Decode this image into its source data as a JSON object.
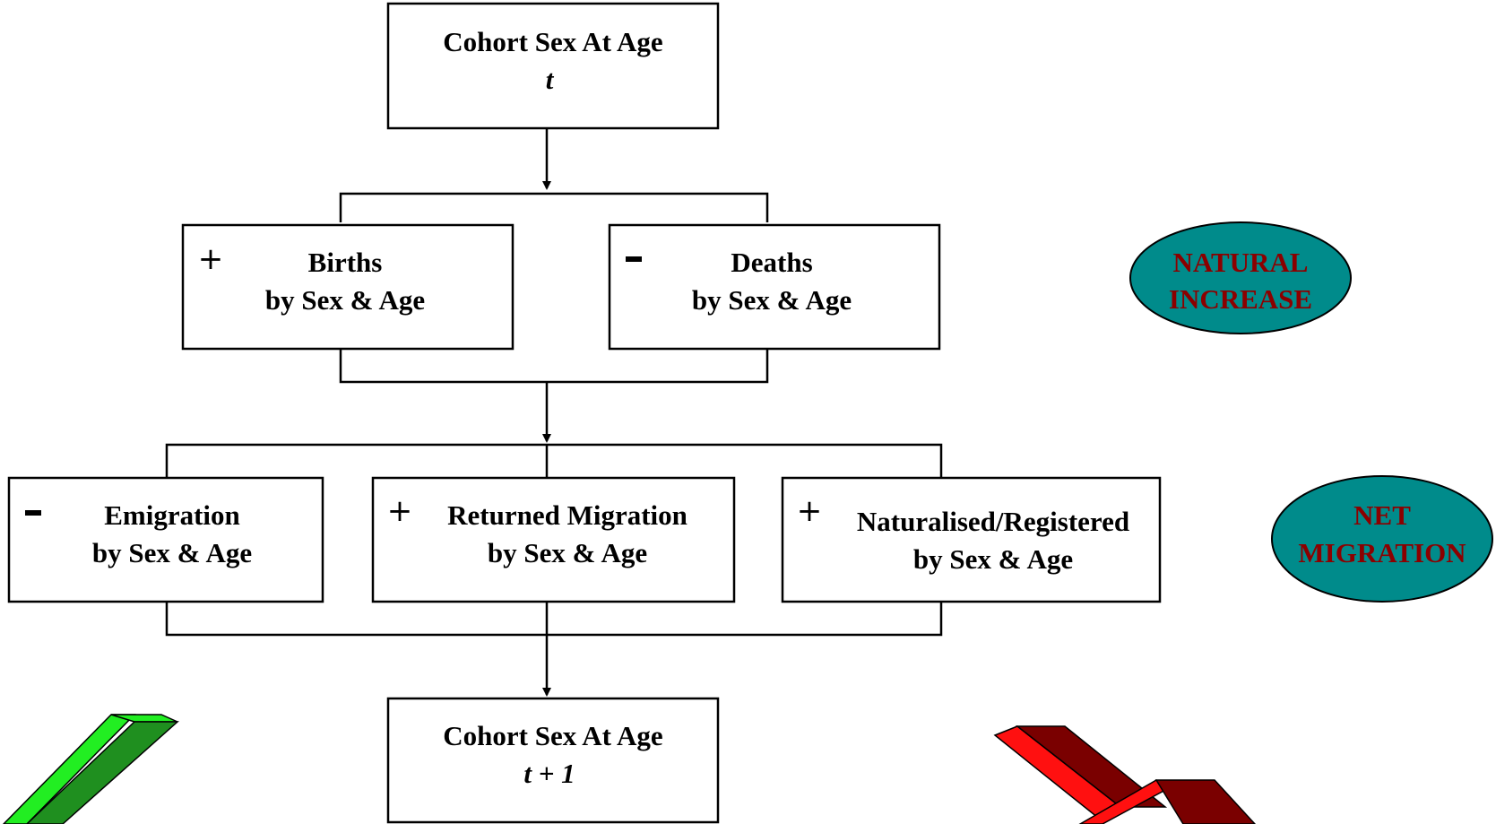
{
  "colors": {
    "oval_fill": "#008B8B",
    "oval_text": "#8B0000",
    "box_stroke": "#000000",
    "green_bright": "#22EE22",
    "green_dark": "#1F8F1F",
    "red_bright": "#FF1010",
    "red_dark": "#7A0000"
  },
  "top_box": {
    "line1": "Cohort Sex At Age",
    "line2": "t"
  },
  "births": {
    "sign": "+",
    "line1": "Births",
    "line2": "by Sex & Age"
  },
  "deaths": {
    "sign": "-",
    "line1": "Deaths",
    "line2": "by Sex & Age"
  },
  "emigration": {
    "sign": "-",
    "line1": "Emigration",
    "line2": "by Sex & Age"
  },
  "returned": {
    "sign": "+",
    "line1": "Returned Migration",
    "line2": "by Sex & Age"
  },
  "naturalised": {
    "sign": "+",
    "line1": "Naturalised/Registered",
    "line2": "by Sex & Age"
  },
  "bottom_box": {
    "line1": "Cohort Sex At Age",
    "line2": "t + 1"
  },
  "natural_increase": {
    "line1": "NATURAL",
    "line2": "INCREASE"
  },
  "net_migration": {
    "line1": "NET",
    "line2": "MIGRATION"
  },
  "icons": {
    "up": "green-up-arrow-icon",
    "down": "red-down-arrow-icon"
  }
}
